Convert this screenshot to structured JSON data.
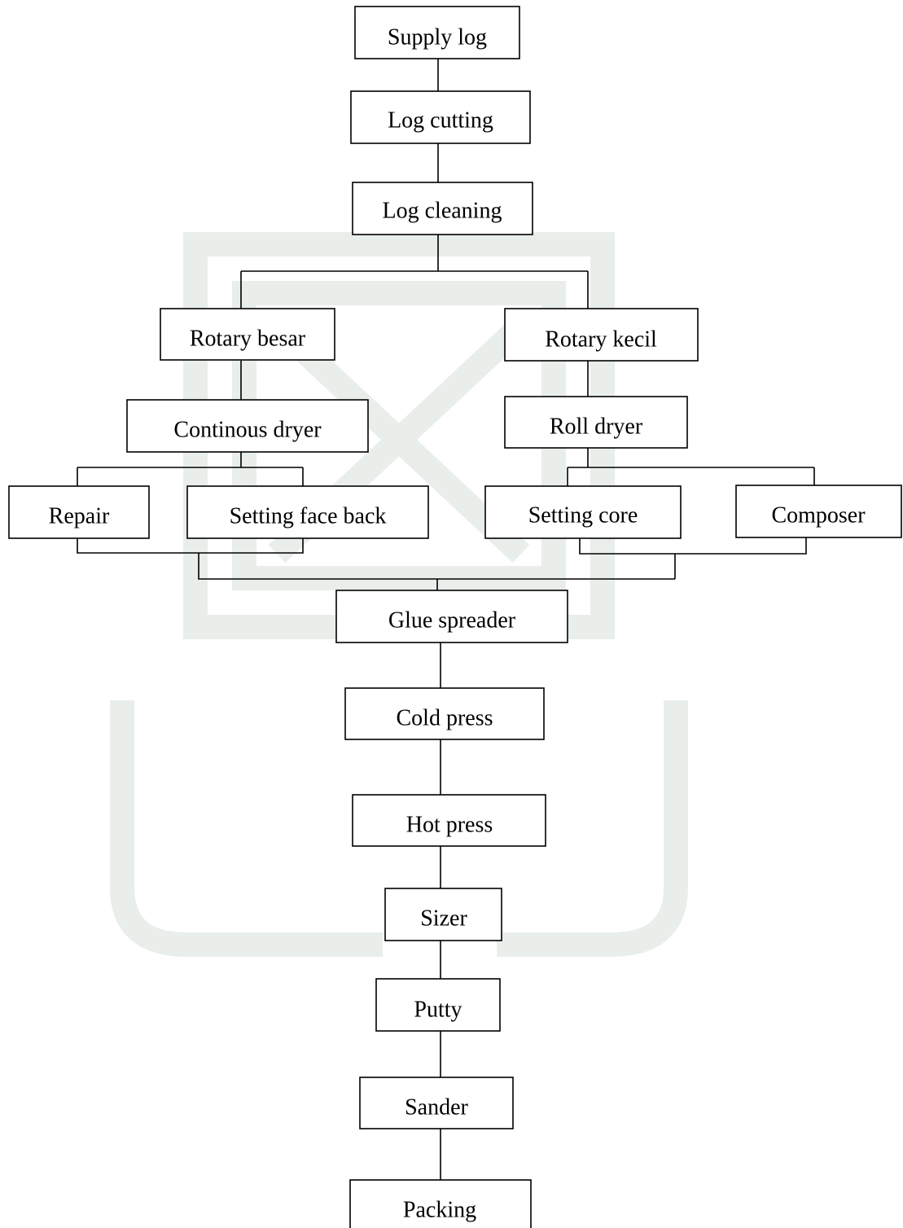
{
  "diagram": {
    "steps": {
      "supply_log": "Supply log",
      "log_cutting": "Log cutting",
      "log_cleaning": "Log cleaning",
      "rotary_besar": "Rotary besar",
      "rotary_kecil": "Rotary kecil",
      "continous_dryer": "Continous dryer",
      "roll_dryer": "Roll dryer",
      "repair": "Repair",
      "setting_face_back": "Setting face back",
      "setting_core": "Setting core",
      "composer": "Composer",
      "glue_spreader": "Glue spreader",
      "cold_press": "Cold press",
      "hot_press": "Hot press",
      "sizer": "Sizer",
      "putty": "Putty",
      "sander": "Sander",
      "packing": "Packing"
    },
    "colors": {
      "line": "#000000",
      "box_fill": "#ffffff",
      "watermark": "#e9eeea"
    }
  }
}
